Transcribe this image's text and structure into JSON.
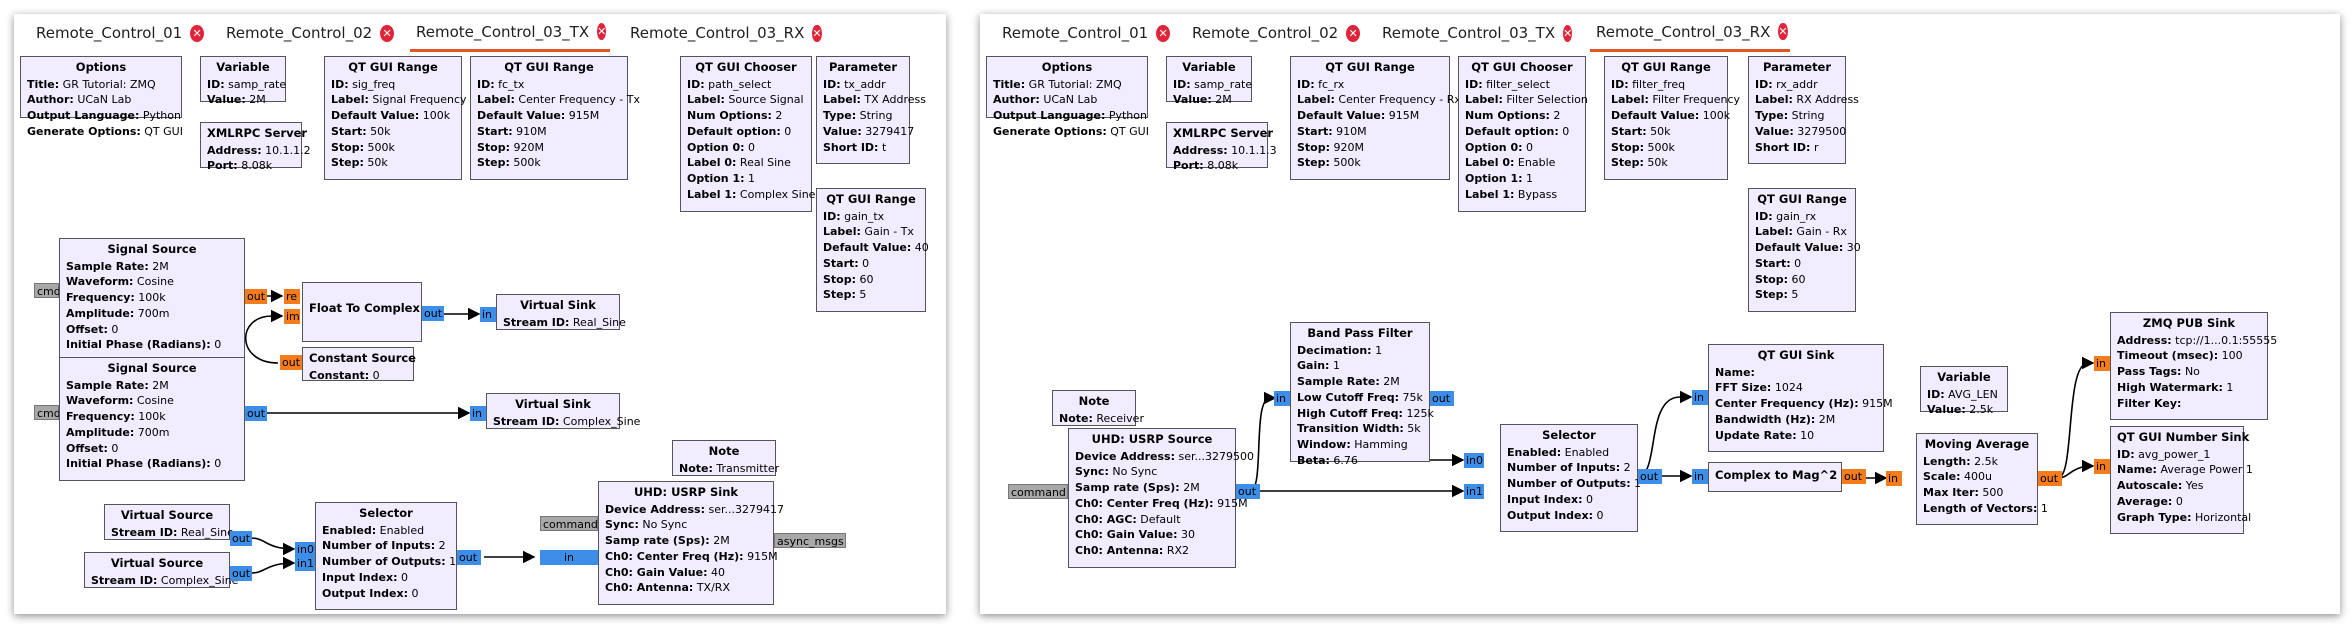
{
  "left": {
    "tabs": [
      {
        "label": "Remote_Control_01"
      },
      {
        "label": "Remote_Control_02"
      },
      {
        "label": "Remote_Control_03_TX"
      },
      {
        "label": "Remote_Control_03_RX"
      }
    ],
    "blocks": {
      "options": {
        "title": "Options",
        "rows": [
          [
            "Title:",
            " GR Tutorial: ZMQ"
          ],
          [
            "Author:",
            " UCaN Lab"
          ],
          [
            "Output Language:",
            " Python"
          ],
          [
            "Generate Options:",
            " QT GUI"
          ]
        ]
      },
      "variable": {
        "title": "Variable",
        "rows": [
          [
            "ID:",
            " samp_rate"
          ],
          [
            "Value:",
            " 2M"
          ]
        ]
      },
      "xmlrpc": {
        "title": "XMLRPC Server",
        "rows": [
          [
            "Address:",
            " 10.1.1.2"
          ],
          [
            "Port:",
            " 8.08k"
          ]
        ]
      },
      "range1": {
        "title": "QT GUI Range",
        "rows": [
          [
            "ID:",
            " sig_freq"
          ],
          [
            "Label:",
            " Signal Frequency"
          ],
          [
            "Default Value:",
            " 100k"
          ],
          [
            "Start:",
            " 50k"
          ],
          [
            "Stop:",
            " 500k"
          ],
          [
            "Step:",
            " 50k"
          ]
        ]
      },
      "range2": {
        "title": "QT GUI Range",
        "rows": [
          [
            "ID:",
            " fc_tx"
          ],
          [
            "Label:",
            " Center Frequency - Tx"
          ],
          [
            "Default Value:",
            " 915M"
          ],
          [
            "Start:",
            " 910M"
          ],
          [
            "Stop:",
            " 920M"
          ],
          [
            "Step:",
            " 500k"
          ]
        ]
      },
      "chooser": {
        "title": "QT GUI Chooser",
        "rows": [
          [
            "ID:",
            " path_select"
          ],
          [
            "Label:",
            " Source Signal"
          ],
          [
            "Num Options:",
            " 2"
          ],
          [
            "Default option:",
            " 0"
          ],
          [
            "Option 0:",
            " 0"
          ],
          [
            "Label 0:",
            " Real Sine"
          ],
          [
            "Option 1:",
            " 1"
          ],
          [
            "Label 1:",
            " Complex Sine"
          ]
        ]
      },
      "param": {
        "title": "Parameter",
        "rows": [
          [
            "ID:",
            " tx_addr"
          ],
          [
            "Label:",
            " TX Address"
          ],
          [
            "Type:",
            " String"
          ],
          [
            "Value:",
            " 3279417"
          ],
          [
            "Short ID:",
            " t"
          ]
        ]
      },
      "range3": {
        "title": "QT GUI Range",
        "rows": [
          [
            "ID:",
            " gain_tx"
          ],
          [
            "Label:",
            " Gain - Tx"
          ],
          [
            "Default Value:",
            " 40"
          ],
          [
            "Start:",
            " 0"
          ],
          [
            "Stop:",
            " 60"
          ],
          [
            "Step:",
            " 5"
          ]
        ]
      },
      "sig1": {
        "title": "Signal Source",
        "rows": [
          [
            "Sample Rate:",
            " 2M"
          ],
          [
            "Waveform:",
            " Cosine"
          ],
          [
            "Frequency:",
            " 100k"
          ],
          [
            "Amplitude:",
            " 700m"
          ],
          [
            "Offset:",
            " 0"
          ],
          [
            "Initial Phase (Radians):",
            " 0"
          ]
        ]
      },
      "sig2": {
        "title": "Signal Source",
        "rows": [
          [
            "Sample Rate:",
            " 2M"
          ],
          [
            "Waveform:",
            " Cosine"
          ],
          [
            "Frequency:",
            " 100k"
          ],
          [
            "Amplitude:",
            " 700m"
          ],
          [
            "Offset:",
            " 0"
          ],
          [
            "Initial Phase (Radians):",
            " 0"
          ]
        ]
      },
      "f2c": {
        "title": "Float To Complex",
        "rows": []
      },
      "const": {
        "title": "Constant Source",
        "rows": [
          [
            "Constant:",
            " 0"
          ]
        ]
      },
      "vsink1": {
        "title": "Virtual Sink",
        "rows": [
          [
            "Stream ID:",
            " Real_Sine"
          ]
        ]
      },
      "vsink2": {
        "title": "Virtual Sink",
        "rows": [
          [
            "Stream ID:",
            " Complex_Sine"
          ]
        ]
      },
      "note": {
        "title": "Note",
        "rows": [
          [
            "Note:",
            " Transmitter"
          ]
        ]
      },
      "vsrc1": {
        "title": "Virtual Source",
        "rows": [
          [
            "Stream ID:",
            " Real_Sine"
          ]
        ]
      },
      "vsrc2": {
        "title": "Virtual Source",
        "rows": [
          [
            "Stream ID:",
            " Complex_Sine"
          ]
        ]
      },
      "selector": {
        "title": "Selector",
        "rows": [
          [
            "Enabled:",
            " Enabled"
          ],
          [
            "Number of Inputs:",
            " 2"
          ],
          [
            "Number of Outputs:",
            " 1"
          ],
          [
            "Input Index:",
            " 0"
          ],
          [
            "Output Index:",
            " 0"
          ]
        ]
      },
      "usrp": {
        "title": "UHD: USRP Sink",
        "rows": [
          [
            "Device Address:",
            " ser...3279417"
          ],
          [
            "Sync:",
            " No Sync"
          ],
          [
            "Samp rate (Sps):",
            " 2M"
          ],
          [
            "Ch0: Center Freq (Hz):",
            " 915M"
          ],
          [
            "Ch0: Gain Value:",
            " 40"
          ],
          [
            "Ch0: Antenna:",
            " TX/RX"
          ]
        ]
      }
    },
    "ports": {
      "cmd": "cmd",
      "out": "out",
      "re": "re",
      "im": "im",
      "in": "in",
      "in0": "in0",
      "in1": "in1",
      "command": "command",
      "async": "async_msgs"
    }
  },
  "right": {
    "tabs": [
      {
        "label": "Remote_Control_01"
      },
      {
        "label": "Remote_Control_02"
      },
      {
        "label": "Remote_Control_03_TX"
      },
      {
        "label": "Remote_Control_03_RX"
      }
    ],
    "blocks": {
      "options": {
        "title": "Options",
        "rows": [
          [
            "Title:",
            " GR Tutorial: ZMQ"
          ],
          [
            "Author:",
            " UCaN Lab"
          ],
          [
            "Output Language:",
            " Python"
          ],
          [
            "Generate Options:",
            " QT GUI"
          ]
        ]
      },
      "variable": {
        "title": "Variable",
        "rows": [
          [
            "ID:",
            " samp_rate"
          ],
          [
            "Value:",
            " 2M"
          ]
        ]
      },
      "xmlrpc": {
        "title": "XMLRPC Server",
        "rows": [
          [
            "Address:",
            " 10.1.1.3"
          ],
          [
            "Port:",
            " 8.08k"
          ]
        ]
      },
      "range1": {
        "title": "QT GUI Range",
        "rows": [
          [
            "ID:",
            " fc_rx"
          ],
          [
            "Label:",
            " Center Frequency - Rx"
          ],
          [
            "Default Value:",
            " 915M"
          ],
          [
            "Start:",
            " 910M"
          ],
          [
            "Stop:",
            " 920M"
          ],
          [
            "Step:",
            " 500k"
          ]
        ]
      },
      "chooser": {
        "title": "QT GUI Chooser",
        "rows": [
          [
            "ID:",
            " filter_select"
          ],
          [
            "Label:",
            " Filter Selection"
          ],
          [
            "Num Options:",
            " 2"
          ],
          [
            "Default option:",
            " 0"
          ],
          [
            "Option 0:",
            " 0"
          ],
          [
            "Label 0:",
            " Enable"
          ],
          [
            "Option 1:",
            " 1"
          ],
          [
            "Label 1:",
            " Bypass"
          ]
        ]
      },
      "range2": {
        "title": "QT GUI Range",
        "rows": [
          [
            "ID:",
            " filter_freq"
          ],
          [
            "Label:",
            " Filter Frequency"
          ],
          [
            "Default Value:",
            " 100k"
          ],
          [
            "Start:",
            " 50k"
          ],
          [
            "Stop:",
            " 500k"
          ],
          [
            "Step:",
            " 50k"
          ]
        ]
      },
      "param": {
        "title": "Parameter",
        "rows": [
          [
            "ID:",
            " rx_addr"
          ],
          [
            "Label:",
            " RX Address"
          ],
          [
            "Type:",
            " String"
          ],
          [
            "Value:",
            " 3279500"
          ],
          [
            "Short ID:",
            " r"
          ]
        ]
      },
      "range3": {
        "title": "QT GUI Range",
        "rows": [
          [
            "ID:",
            " gain_rx"
          ],
          [
            "Label:",
            " Gain - Rx"
          ],
          [
            "Default Value:",
            " 30"
          ],
          [
            "Start:",
            " 0"
          ],
          [
            "Stop:",
            " 60"
          ],
          [
            "Step:",
            " 5"
          ]
        ]
      },
      "bpf": {
        "title": "Band Pass Filter",
        "rows": [
          [
            "Decimation:",
            " 1"
          ],
          [
            "Gain:",
            " 1"
          ],
          [
            "Sample Rate:",
            " 2M"
          ],
          [
            "Low Cutoff Freq:",
            " 75k"
          ],
          [
            "High Cutoff Freq:",
            " 125k"
          ],
          [
            "Transition Width:",
            " 5k"
          ],
          [
            "Window:",
            " Hamming"
          ],
          [
            "Beta:",
            " 6.76"
          ]
        ]
      },
      "note": {
        "title": "Note",
        "rows": [
          [
            "Note:",
            " Receiver"
          ]
        ]
      },
      "usrp": {
        "title": "UHD: USRP Source",
        "rows": [
          [
            "Device Address:",
            " ser...3279500"
          ],
          [
            "Sync:",
            " No Sync"
          ],
          [
            "Samp rate (Sps):",
            " 2M"
          ],
          [
            "Ch0: Center Freq (Hz):",
            " 915M"
          ],
          [
            "Ch0: AGC:",
            " Default"
          ],
          [
            "Ch0: Gain Value:",
            " 30"
          ],
          [
            "Ch0: Antenna:",
            " RX2"
          ]
        ]
      },
      "selector": {
        "title": "Selector",
        "rows": [
          [
            "Enabled:",
            " Enabled"
          ],
          [
            "Number of Inputs:",
            " 2"
          ],
          [
            "Number of Outputs:",
            " 1"
          ],
          [
            "Input Index:",
            " 0"
          ],
          [
            "Output Index:",
            " 0"
          ]
        ]
      },
      "qtsink": {
        "title": "QT GUI Sink",
        "rows": [
          [
            "Name:",
            ""
          ],
          [
            "FFT Size:",
            " 1024"
          ],
          [
            "Center Frequency (Hz):",
            " 915M"
          ],
          [
            "Bandwidth (Hz):",
            " 2M"
          ],
          [
            "Update Rate:",
            " 10"
          ]
        ]
      },
      "c2mag": {
        "title": "Complex to Mag^2",
        "rows": []
      },
      "variable2": {
        "title": "Variable",
        "rows": [
          [
            "ID:",
            " AVG_LEN"
          ],
          [
            "Value:",
            " 2.5k"
          ]
        ]
      },
      "movavg": {
        "title": "Moving Average",
        "rows": [
          [
            "Length:",
            " 2.5k"
          ],
          [
            "Scale:",
            " 400u"
          ],
          [
            "Max Iter:",
            " 500"
          ],
          [
            "Length of Vectors:",
            " 1"
          ]
        ]
      },
      "zmq": {
        "title": "ZMQ PUB Sink",
        "rows": [
          [
            "Address:",
            " tcp://1...0.1:55555"
          ],
          [
            "Timeout (msec):",
            " 100"
          ],
          [
            "Pass Tags:",
            " No"
          ],
          [
            "High Watermark:",
            " 1"
          ],
          [
            "Filter Key:",
            ""
          ]
        ]
      },
      "numsink": {
        "title": "QT GUI Number Sink",
        "rows": [
          [
            "ID:",
            " avg_power_1"
          ],
          [
            "Name:",
            " Average Power 1"
          ],
          [
            "Autoscale:",
            " Yes"
          ],
          [
            "Average:",
            " 0"
          ],
          [
            "Graph Type:",
            " Horizontal"
          ]
        ]
      }
    },
    "ports": {
      "command": "command",
      "out": "out",
      "in": "in",
      "in0": "in0",
      "in1": "in1"
    }
  }
}
